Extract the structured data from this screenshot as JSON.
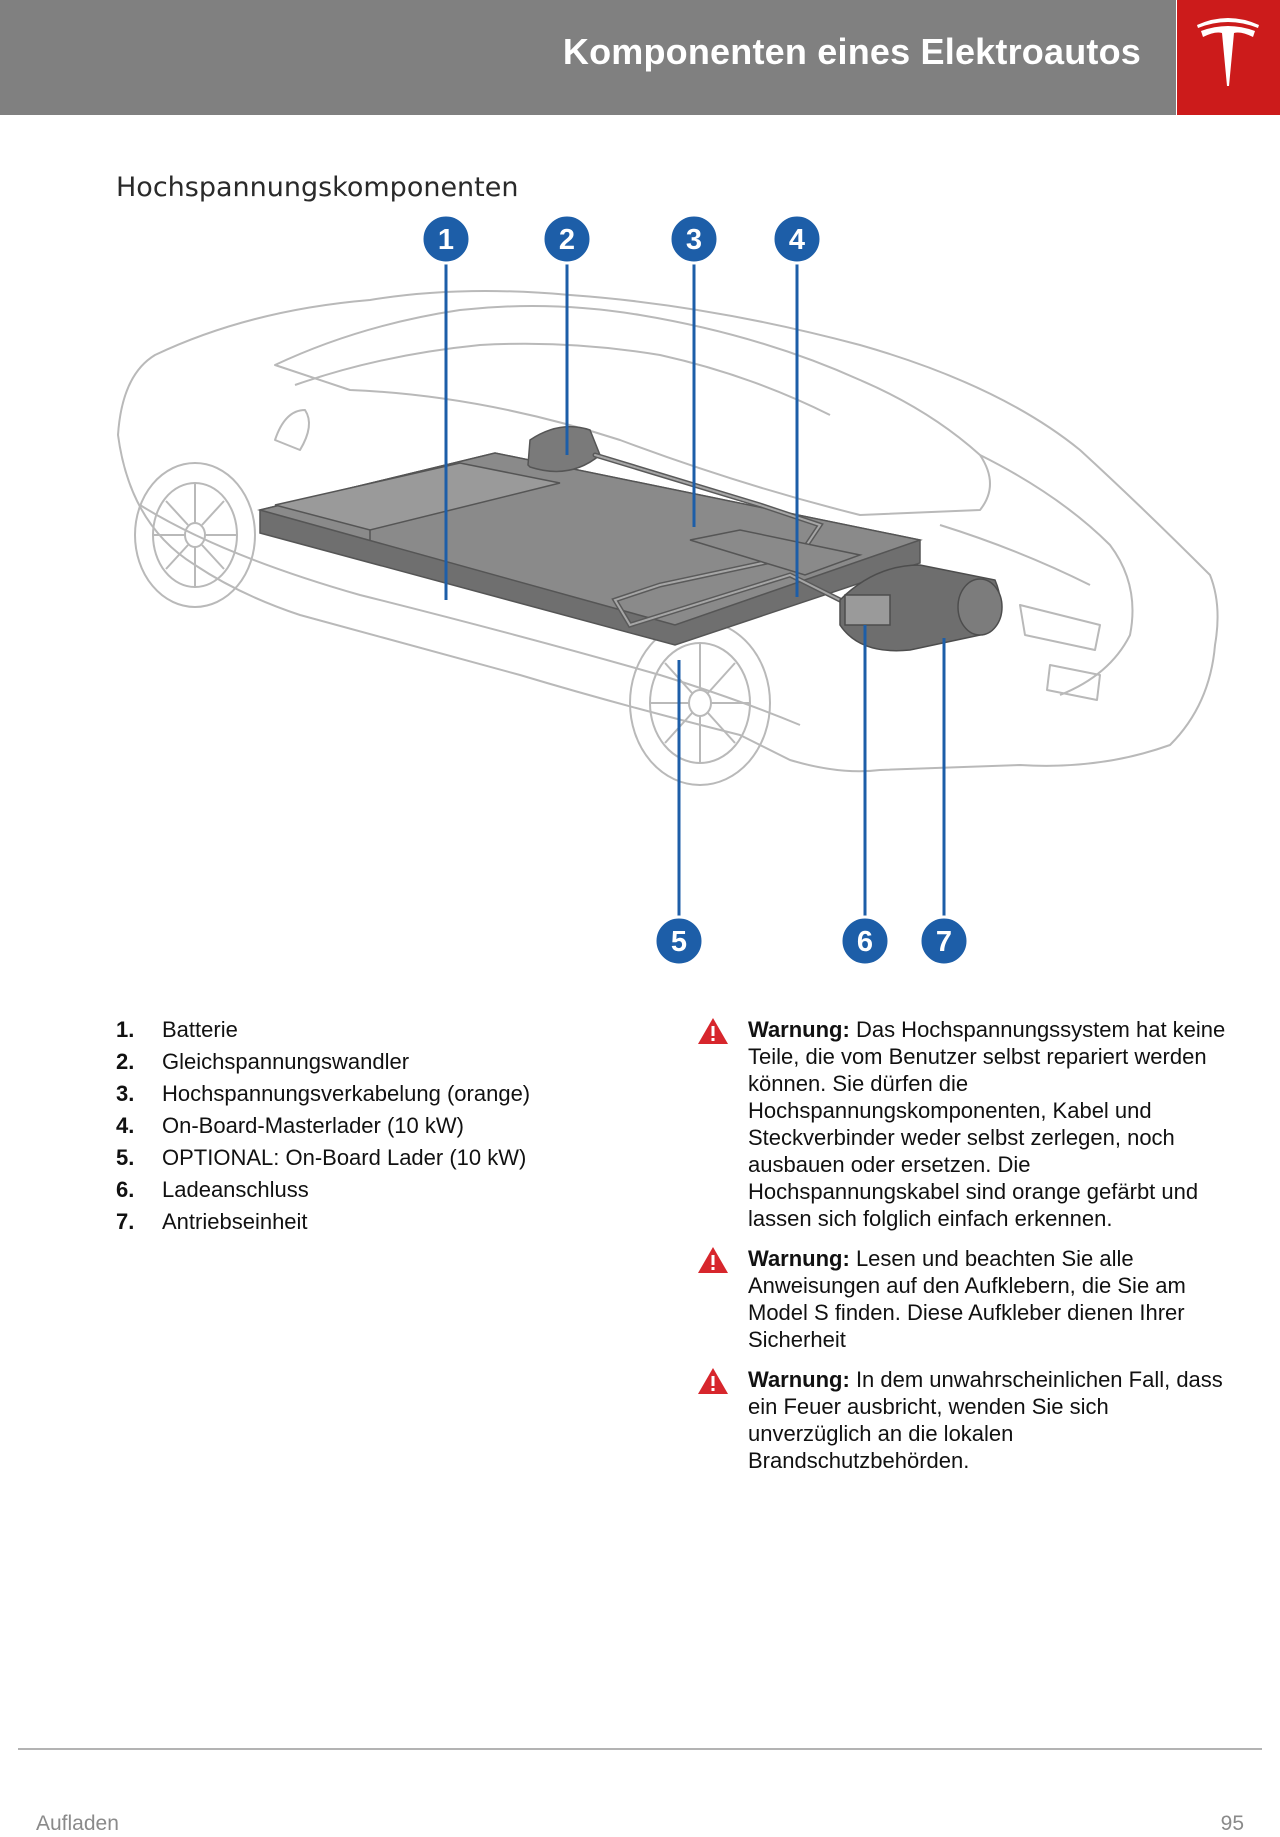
{
  "header": {
    "title": "Komponenten eines Elektroautos",
    "logo_icon": "tesla-logo-icon",
    "bar_color": "#808080",
    "logo_color": "#cc1b1b"
  },
  "section_heading": "Hochspannungskomponenten",
  "figure": {
    "callout_labels": [
      "1",
      "2",
      "3",
      "4",
      "5",
      "6",
      "7"
    ],
    "callout_color": "#1d5ea8",
    "component_color": "#8a8a8a"
  },
  "components": [
    {
      "num": "1.",
      "label": "Batterie"
    },
    {
      "num": "2.",
      "label": "Gleichspannungswandler"
    },
    {
      "num": "3.",
      "label": "Hochspannungsverkabelung (orange)"
    },
    {
      "num": "4.",
      "label": "On-Board-Masterlader (10 kW)"
    },
    {
      "num": "5.",
      "label": "OPTIONAL: On-Board Lader (10 kW)"
    },
    {
      "num": "6.",
      "label": "Ladeanschluss"
    },
    {
      "num": "7.",
      "label": "Antriebseinheit"
    }
  ],
  "warnings": [
    {
      "label": "Warnung:",
      "text": " Das Hochspannungssystem hat keine Teile, die vom Benutzer selbst repariert werden können. Sie dürfen die Hochspannungskomponenten, Kabel und Steckverbinder weder selbst zerlegen, noch ausbauen oder ersetzen. Die Hochspannungskabel sind orange gefärbt und lassen sich folglich einfach erkennen."
    },
    {
      "label": "Warnung:",
      "text": " Lesen und beachten Sie alle Anweisungen auf den Aufklebern, die Sie am Model S finden. Diese Aufkleber dienen Ihrer Sicherheit"
    },
    {
      "label": "Warnung:",
      "text": " In dem unwahrscheinlichen Fall, dass ein Feuer ausbricht, wenden Sie sich unverzüglich an die lokalen Brandschutzbehörden."
    }
  ],
  "warning_icon": "warning-triangle-icon",
  "warning_color": "#d7262c",
  "footer": {
    "section": "Aufladen",
    "page_number": "95"
  }
}
